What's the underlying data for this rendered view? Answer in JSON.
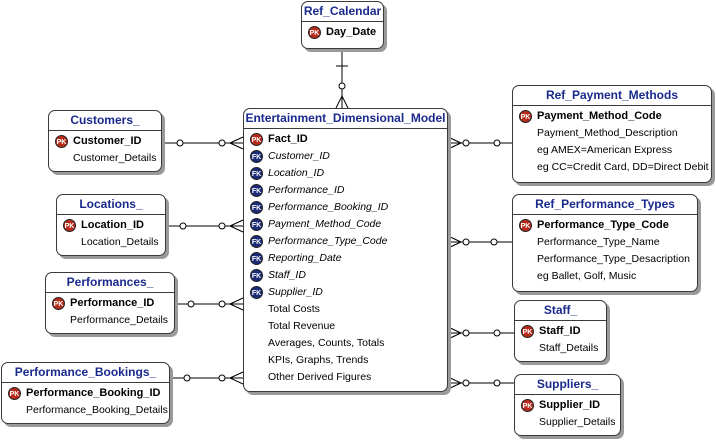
{
  "diagram": {
    "entities": {
      "ref_calendar": {
        "title": "Ref_Calendar",
        "pk": "Day_Date",
        "attrs": []
      },
      "customers": {
        "title": "Customers_",
        "pk": "Customer_ID",
        "attrs": [
          "Customer_Details"
        ]
      },
      "locations": {
        "title": "Locations_",
        "pk": "Location_ID",
        "attrs": [
          "Location_Details"
        ]
      },
      "performances": {
        "title": "Performances_",
        "pk": "Performance_ID",
        "attrs": [
          "Performance_Details"
        ]
      },
      "performance_bookings": {
        "title": "Performance_Bookings_",
        "pk": "Performance_Booking_ID",
        "attrs": [
          "Performance_Booking_Details"
        ]
      },
      "fact": {
        "title": "Entertainment_Dimensional_Model",
        "pk": "Fact_ID",
        "fks": [
          "Customer_ID",
          "Location_ID",
          "Performance_ID",
          "Performance_Booking_ID",
          "Payment_Method_Code",
          "Performance_Type_Code",
          "Reporting_Date",
          "Staff_ID",
          "Supplier_ID"
        ],
        "attrs": [
          "Total Costs",
          "Total Revenue",
          "Averages, Counts, Totals",
          "KPIs, Graphs, Trends",
          "Other Derived Figures"
        ]
      },
      "ref_payment_methods": {
        "title": "Ref_Payment_Methods",
        "pk": "Payment_Method_Code",
        "attrs": [
          "Payment_Method_Description",
          "eg AMEX=American Express",
          "eg CC=Credit Card, DD=Direct Debit"
        ]
      },
      "ref_performance_types": {
        "title": "Ref_Performance_Types",
        "pk": "Performance_Type_Code",
        "attrs": [
          "Performance_Type_Name",
          "Performance_Type_Desacription",
          "eg Ballet, Golf, Music"
        ]
      },
      "staff": {
        "title": "Staff_",
        "pk": "Staff_ID",
        "attrs": [
          "Staff_Details"
        ]
      },
      "suppliers": {
        "title": "Suppliers_",
        "pk": "Supplier_ID",
        "attrs": [
          "Supplier_Details"
        ]
      }
    },
    "key_labels": {
      "pk": "PK",
      "fk": "FK"
    },
    "colors": {
      "title": "#1a2a8c",
      "pk": "#b52a1a",
      "fk": "#1c2b78",
      "border": "#3a3a3a",
      "shadow": "#9a9a9a"
    }
  }
}
